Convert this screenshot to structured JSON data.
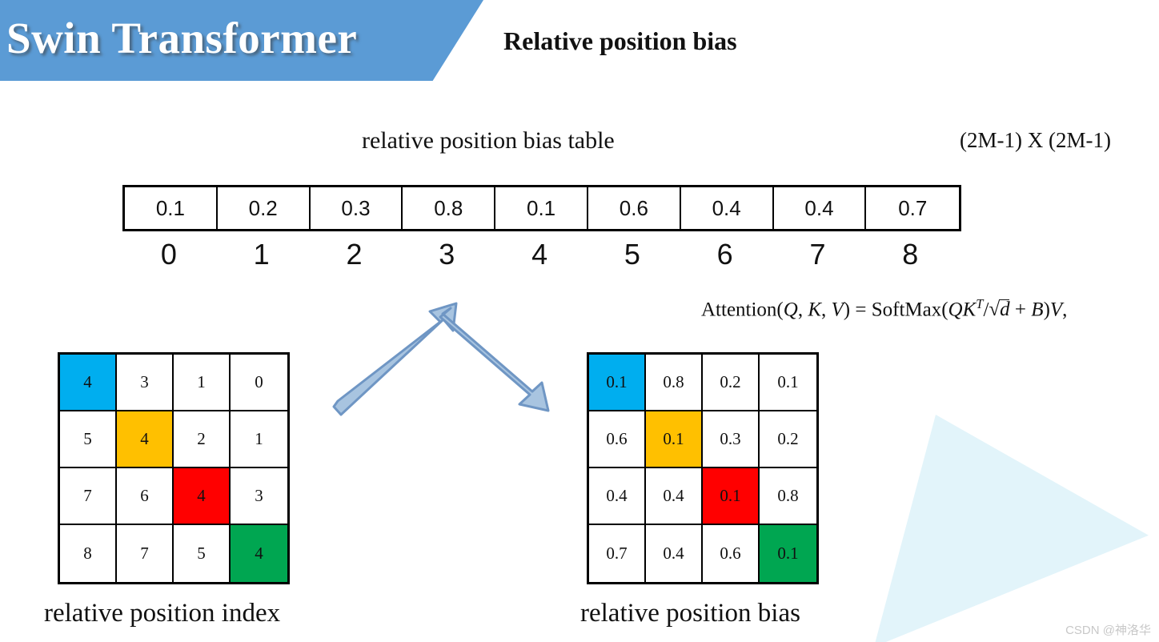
{
  "banner": {
    "title": "Swin Transformer",
    "color": "#5b9bd5"
  },
  "header": {
    "slide_title": "Relative position bias"
  },
  "bias_table": {
    "label": "relative position bias table",
    "dims_label": "(2M-1) X (2M-1)",
    "values": [
      "0.1",
      "0.2",
      "0.3",
      "0.8",
      "0.1",
      "0.6",
      "0.4",
      "0.4",
      "0.7"
    ],
    "indices": [
      "0",
      "1",
      "2",
      "3",
      "4",
      "5",
      "6",
      "7",
      "8"
    ]
  },
  "formula": {
    "text": "Attention(Q, K, V) = SoftMax(QK^T/√d + B)V,"
  },
  "arrows": [
    {
      "name": "arrow-up-right",
      "direction": "up-right",
      "fill": "#a8c4e0",
      "stroke": "#6f96c4"
    },
    {
      "name": "arrow-down-right",
      "direction": "down-right",
      "fill": "#a8c4e0",
      "stroke": "#6f96c4"
    }
  ],
  "matrix_index": {
    "caption": "relative position index",
    "rows": [
      [
        "4",
        "3",
        "1",
        "0"
      ],
      [
        "5",
        "4",
        "2",
        "1"
      ],
      [
        "7",
        "6",
        "4",
        "3"
      ],
      [
        "8",
        "7",
        "5",
        "4"
      ]
    ],
    "highlights": {
      "0,0": "cyan",
      "1,1": "amber",
      "2,2": "red",
      "3,3": "green"
    }
  },
  "matrix_bias": {
    "caption": "relative position bias",
    "rows": [
      [
        "0.1",
        "0.8",
        "0.2",
        "0.1"
      ],
      [
        "0.6",
        "0.1",
        "0.3",
        "0.2"
      ],
      [
        "0.4",
        "0.4",
        "0.1",
        "0.8"
      ],
      [
        "0.7",
        "0.4",
        "0.6",
        "0.1"
      ]
    ],
    "highlights": {
      "0,0": "cyan",
      "1,1": "amber",
      "2,2": "red",
      "3,3": "green"
    }
  },
  "colors": {
    "cyan": "#00AEEF",
    "amber": "#FFC000",
    "red": "#FF0000",
    "green": "#00A651",
    "banner_blue": "#5b9bd5",
    "triangle": "#e2f4fa",
    "arrow_fill": "#a8c4e0"
  },
  "watermark": {
    "text": "CSDN @神洛华"
  }
}
